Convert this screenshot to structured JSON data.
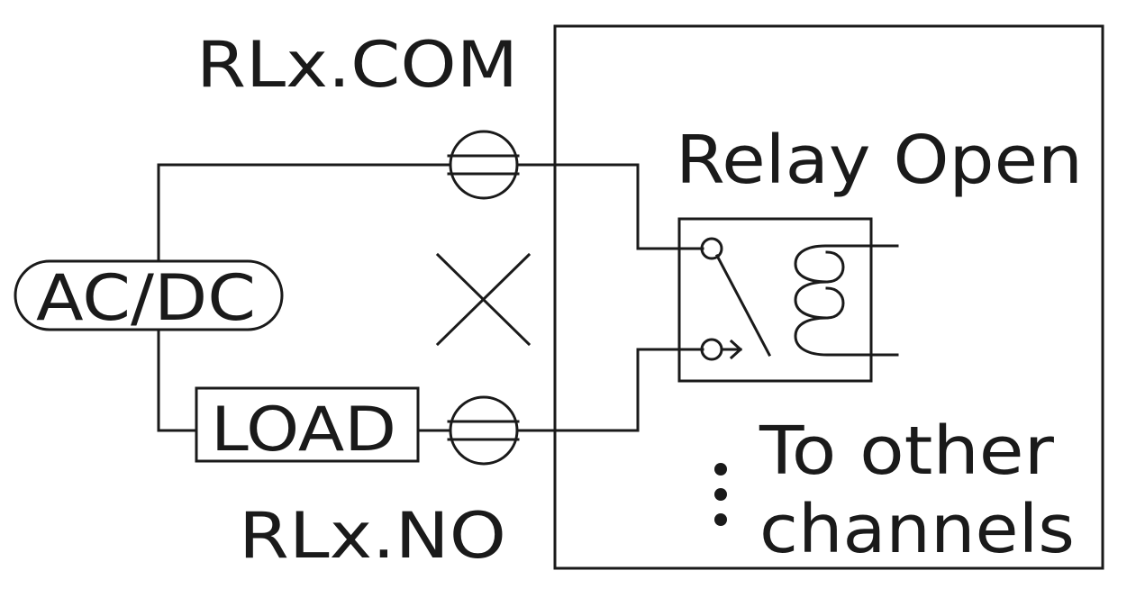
{
  "labels": {
    "com": "RLx.COM",
    "no": "RLx.NO",
    "relay_state": "Relay Open",
    "source": "AC/DC",
    "load": "LOAD",
    "other_line1": "To other",
    "other_line2": "channels"
  },
  "colors": {
    "stroke": "#1a1a1a",
    "background": "#ffffff"
  }
}
